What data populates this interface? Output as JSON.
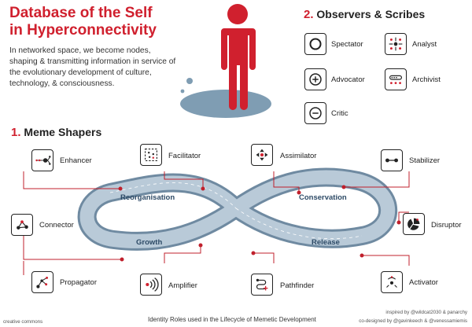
{
  "header": {
    "title_line1": "Database of the Self",
    "title_line2": "in Hyperconnectivity",
    "intro": "In networked space, we become nodes, shaping & transmitting information in service of the evolutionary development of culture, technology, & consciousness."
  },
  "observers": {
    "number": "2.",
    "heading": "Observers & Scribes",
    "roles": [
      {
        "label": "Spectator",
        "icon": "circle-icon"
      },
      {
        "label": "Analyst",
        "icon": "analyst-icon"
      },
      {
        "label": "Advocator",
        "icon": "plus-circle-icon"
      },
      {
        "label": "Archivist",
        "icon": "archivist-icon"
      },
      {
        "label": "Critic",
        "icon": "minus-circle-icon"
      }
    ]
  },
  "meme_shapers": {
    "number": "1.",
    "heading": "Meme Shapers",
    "roles": [
      {
        "label": "Enhancer",
        "icon": "enhancer-icon"
      },
      {
        "label": "Facilitator",
        "icon": "facilitator-icon"
      },
      {
        "label": "Assimilator",
        "icon": "assimilator-icon"
      },
      {
        "label": "Stabilizer",
        "icon": "stabilizer-icon"
      },
      {
        "label": "Connector",
        "icon": "connector-icon"
      },
      {
        "label": "Disruptor",
        "icon": "disruptor-icon"
      },
      {
        "label": "Propagator",
        "icon": "propagator-icon"
      },
      {
        "label": "Amplifier",
        "icon": "amplifier-icon"
      },
      {
        "label": "Pathfinder",
        "icon": "pathfinder-icon"
      },
      {
        "label": "Activator",
        "icon": "activator-icon"
      }
    ]
  },
  "cycle_stages": {
    "reorganisation": "Reorganisation",
    "conservation": "Conservation",
    "growth": "Growth",
    "release": "Release"
  },
  "footer": {
    "license": "creative commons",
    "caption": "Identity Roles used in the Lifecycle of Memetic Development",
    "credit1": "inspired by @wildcat2030 & panarchy",
    "credit2": "co-designed by @gavinkeech & @venessamiemis"
  },
  "colors": {
    "accent": "#d0202e",
    "loop": "#9fb4c6",
    "loop_dark": "#6f8aa1",
    "shadow": "#7f9db3"
  }
}
